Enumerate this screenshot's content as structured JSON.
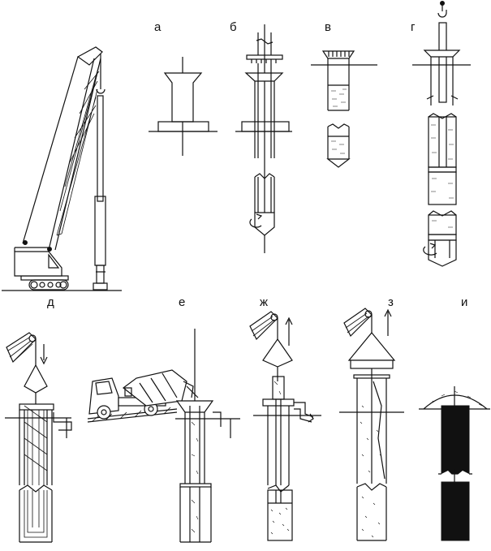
{
  "stage_labels": [
    "а",
    "б",
    "в",
    "г",
    "д",
    "е",
    "ж",
    "з",
    "и"
  ]
}
